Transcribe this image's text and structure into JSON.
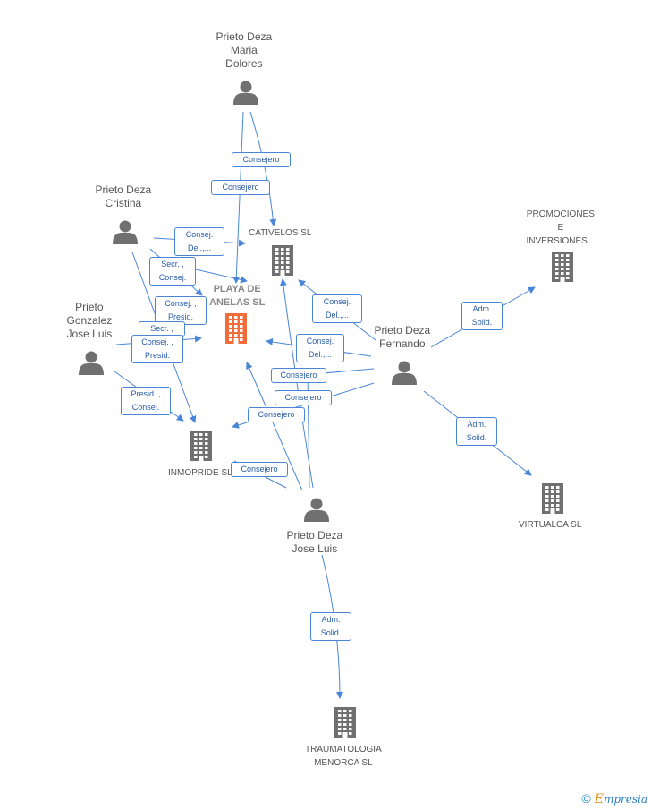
{
  "people": [
    {
      "id": "p_maria",
      "lines": [
        "Prieto Deza",
        "Maria",
        "Dolores"
      ]
    },
    {
      "id": "p_cristina",
      "lines": [
        "Prieto Deza",
        "Cristina"
      ]
    },
    {
      "id": "p_gonzalez",
      "lines": [
        "Prieto",
        "Gonzalez",
        "Jose Luis"
      ]
    },
    {
      "id": "p_fernando",
      "lines": [
        "Prieto Deza",
        "Fernando"
      ]
    },
    {
      "id": "p_joseluis",
      "lines": [
        "Prieto Deza",
        "Jose Luis"
      ]
    }
  ],
  "companies": [
    {
      "id": "c_playa",
      "lines": [
        "PLAYA DE",
        "ANELAS SL"
      ],
      "main": true
    },
    {
      "id": "c_cativelos",
      "lines": [
        "CATIVELOS SL"
      ]
    },
    {
      "id": "c_promociones",
      "lines": [
        "PROMOCIONES",
        "E",
        "INVERSIONES..."
      ]
    },
    {
      "id": "c_inmopride",
      "lines": [
        "INMOPRIDE SL"
      ]
    },
    {
      "id": "c_virtualca",
      "lines": [
        "VIRTUALCA SL"
      ]
    },
    {
      "id": "c_traumatologia",
      "lines": [
        "TRAUMATOLOGIA",
        "MENORCA SL"
      ]
    }
  ],
  "edge_labels": [
    {
      "id": "e1",
      "lines": [
        "Consejero"
      ]
    },
    {
      "id": "e2",
      "lines": [
        "Consejero"
      ]
    },
    {
      "id": "e3",
      "lines": [
        "Consej.",
        "Del.,..."
      ]
    },
    {
      "id": "e4",
      "lines": [
        "Secr. ,",
        "Consej."
      ]
    },
    {
      "id": "e5",
      "lines": [
        "Consej. ,",
        "Presid."
      ]
    },
    {
      "id": "e6",
      "lines": [
        "Secr. ,"
      ]
    },
    {
      "id": "e7",
      "lines": [
        "Consej. ,",
        "Presid."
      ]
    },
    {
      "id": "e8",
      "lines": [
        "Presid. ,",
        "Consej."
      ]
    },
    {
      "id": "e9",
      "lines": [
        "Consej.",
        "Del.,..."
      ]
    },
    {
      "id": "e10",
      "lines": [
        "Consej.",
        "Del.,..."
      ]
    },
    {
      "id": "e11",
      "lines": [
        "Consejero"
      ]
    },
    {
      "id": "e12",
      "lines": [
        "Consejero"
      ]
    },
    {
      "id": "e13",
      "lines": [
        "Consejero"
      ]
    },
    {
      "id": "e14",
      "lines": [
        "Consejero"
      ]
    },
    {
      "id": "e15",
      "lines": [
        "Adm.",
        "Solid."
      ]
    },
    {
      "id": "e16",
      "lines": [
        "Adm.",
        "Solid."
      ]
    },
    {
      "id": "e17",
      "lines": [
        "Adm.",
        "Solid."
      ]
    }
  ],
  "colors": {
    "edge": "#4a86d8",
    "person": "#707070",
    "company": "#707070",
    "main_company": "#f26b3a"
  },
  "footer": {
    "copyright": "©",
    "brand_e": "E",
    "brand_rest": "mpresia"
  }
}
